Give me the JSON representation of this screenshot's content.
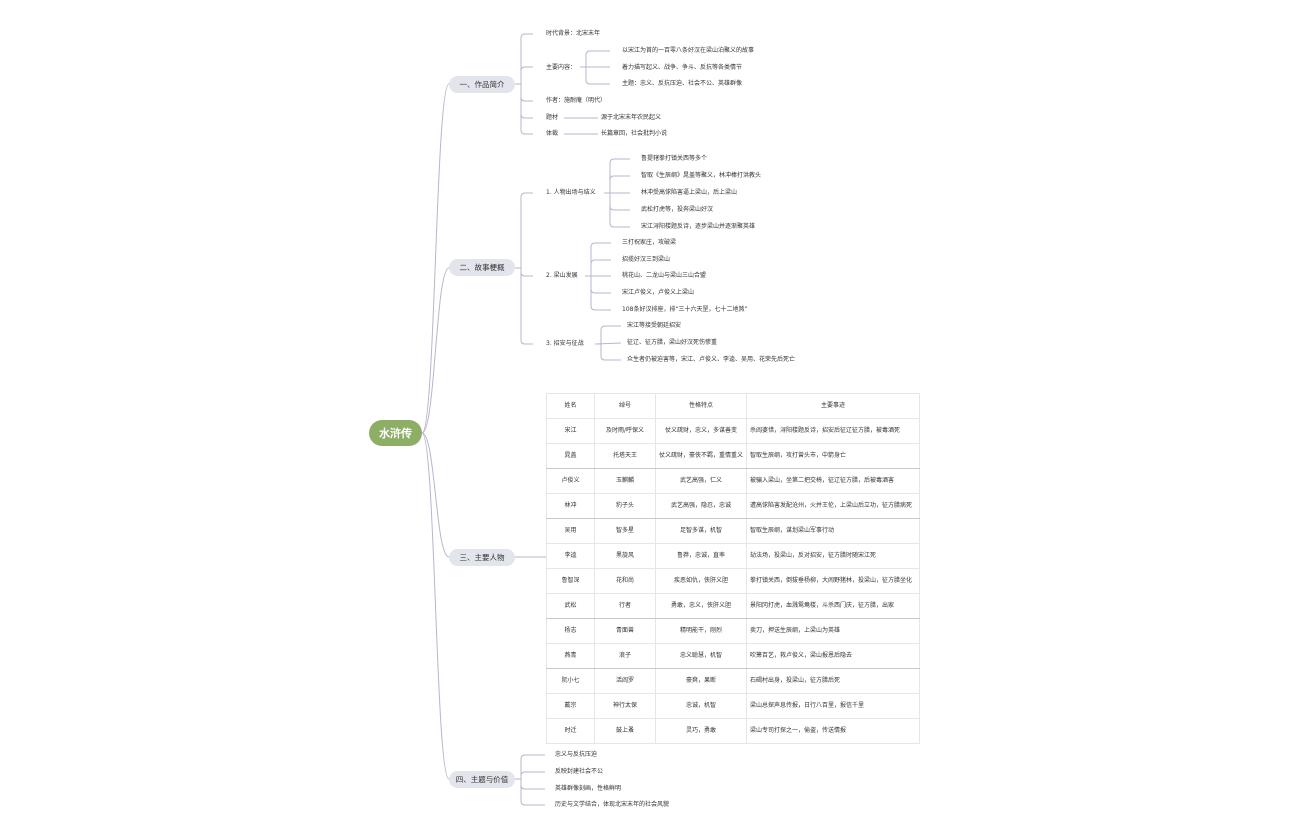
{
  "root": {
    "label": "水浒传"
  },
  "branches": [
    {
      "label": "一、作品简介"
    },
    {
      "label": "二、故事梗概"
    },
    {
      "label": "三、主要人物"
    },
    {
      "label": "四、主题与价值"
    }
  ],
  "intro": {
    "era": "时代背景：北宋末年",
    "content_label": "主要内容：",
    "content_items": [
      "以宋江为首的一百零八条好汉在梁山泊聚义的故事",
      "着力描写起义、战争、争斗、反抗等各类情节",
      "主题：忠义、反抗压迫、社会不公、英雄群像"
    ],
    "author": "作者：施耐庵（明代）",
    "source_label": "题材",
    "source_value": "源于北宋末年农民起义",
    "genre_label": "体裁",
    "genre_value": "长篇章回，社会批判小说"
  },
  "plot": [
    {
      "label": "1. 人物出场与结义",
      "items": [
        "鲁提辖拳打镇关西等多个",
        "智取《生辰纲》晁盖等聚义，林冲棒打洪教头",
        "林冲受高俅陷害逼上梁山，后上梁山",
        "武松打虎等，投奔梁山好汉",
        "宋江浔阳楼题反诗，逐步梁山并逐渐聚英雄"
      ]
    },
    {
      "label": "2. 梁山发展",
      "items": [
        "三打祝家庄，攻破梁",
        "招揽好汉三到梁山",
        "桃花山、二龙山与梁山三山合盟",
        "宋江卢俊义，卢俊义上梁山",
        "108条好汉排座，排“三十六天罡，七十二地煞”"
      ]
    },
    {
      "label": "3. 招安与征战",
      "items": [
        "宋江等接受朝廷招安",
        "征辽、征方腊，梁山好汉死伤惨重",
        "众生者仍被迫害等，宋江、卢俊义、李逵、吴用、花荣先后死亡"
      ]
    }
  ],
  "characters": {
    "headers": [
      "姓名",
      "绰号",
      "性格特点",
      "主要事迹"
    ],
    "rows": [
      [
        "宋江",
        "及时雨/呼保义",
        "仗义疏财，忠义，多谋善变",
        "杀阎婆惜，浔阳楼题反诗，招安后征辽征方腊，被毒酒死"
      ],
      [
        "晁盖",
        "托塔天王",
        "仗义疏财，豪侠不羁，重情重义",
        "智取生辰纲，攻打曾头市，中箭身亡"
      ],
      [
        "卢俊义",
        "玉麒麟",
        "武艺高强，仁义",
        "被骗入梁山，坐第二把交椅，征辽征方腊，后被毒酒害"
      ],
      [
        "林冲",
        "豹子头",
        "武艺高强，隐忍，忠诚",
        "遭高俅陷害发配沧州，火并王伦，上梁山后立功，征方腊病死"
      ],
      [
        "吴用",
        "智多星",
        "足智多谋，机智",
        "智取生辰纲，谋划梁山军事行动"
      ],
      [
        "李逵",
        "黑旋风",
        "鲁莽，忠诚，直率",
        "劫法场，投梁山，反对招安，征方腊时随宋江死"
      ],
      [
        "鲁智深",
        "花和尚",
        "疾恶如仇，侠肝义胆",
        "拳打镇关西，倒拔垂杨柳，大闹野猪林，投梁山，征方腊坐化"
      ],
      [
        "武松",
        "行者",
        "勇敢，忠义，侠肝义胆",
        "景阳冈打虎，血溅鸳鸯楼，斗杀西门庆，征方腊，出家"
      ],
      [
        "杨志",
        "青面兽",
        "精明能干，刚烈",
        "卖刀，押送生辰纲，上梁山为英雄"
      ],
      [
        "燕青",
        "浪子",
        "忠义聪慧，机智",
        "吹箫百艺，救卢俊义，梁山报恩后隐去"
      ],
      [
        "阮小七",
        "活阎罗",
        "豪爽，果断",
        "石碣村出身，投梁山，征方腊后死"
      ],
      [
        "戴宗",
        "神行太保",
        "忠诚，机智",
        "梁山总探声息传报，日行八百里，报信千里"
      ],
      [
        "时迁",
        "鼓上蚤",
        "灵巧，勇敢",
        "梁山专司打探之一，偷盗，传送情报"
      ]
    ]
  },
  "themes": [
    "忠义与反抗压迫",
    "反映封建社会不公",
    "英雄群像刻画，性格鲜明",
    "历史与文学结合，体现北宋末年的社会风貌"
  ],
  "colors": {
    "root": "#8eae66",
    "branch": "#e3e5ec",
    "connector": "#b9b4cf"
  }
}
